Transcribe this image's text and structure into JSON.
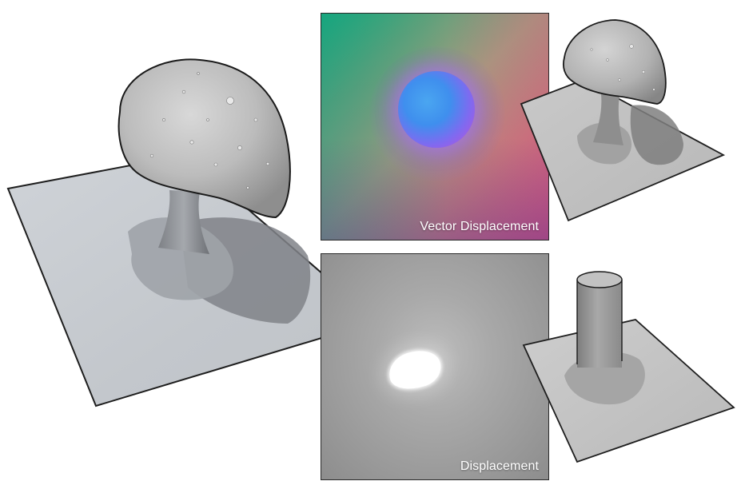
{
  "panels": {
    "vector_displacement": {
      "label": "Vector Displacement"
    },
    "displacement": {
      "label": "Displacement"
    }
  },
  "colors": {
    "mesh_surface": "#c9ccd0",
    "mesh_shadow": "#8f9296",
    "outline": "#1e1e1e",
    "vector_map_green": "#0cae7c",
    "vector_map_magenta": "#d94a86",
    "vector_map_core_blue": "#3f8fee",
    "displacement_gray": "#9a9a9a",
    "displacement_white": "#ffffff"
  },
  "icons": [
    "mushroom-sculpt",
    "small-mushroom-sculpt",
    "cylinder-sculpt"
  ]
}
